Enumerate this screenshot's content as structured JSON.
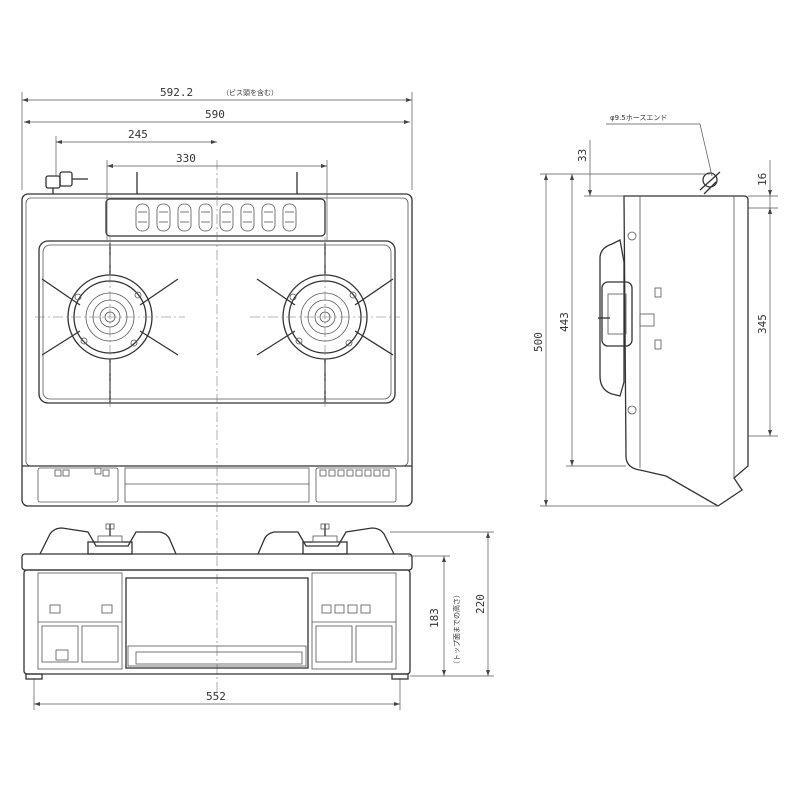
{
  "dimensions": {
    "width_with_screw": "592.2",
    "width_with_screw_note": "（ビス頭を含む）",
    "width_top": "590",
    "offset_245": "245",
    "burner_pitch": "330",
    "hose_end_label": "φ9.5ホースエンド",
    "side_33": "33",
    "side_16": "16",
    "depth_500": "500",
    "depth_443": "443",
    "side_345": "345",
    "height_183": "183",
    "height_183_note": "（トップ面までの高さ）",
    "height_220": "220",
    "bottom_552": "552"
  }
}
